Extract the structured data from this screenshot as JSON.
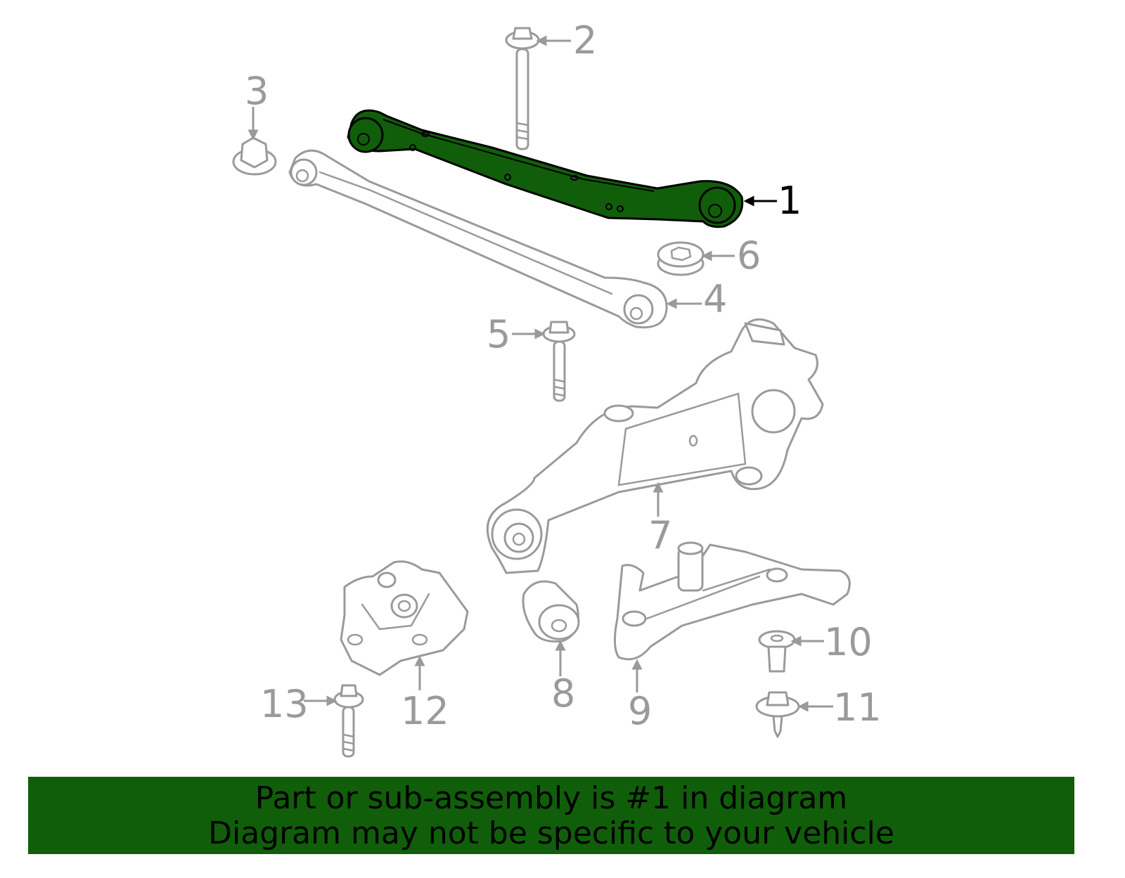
{
  "diagram": {
    "selected_part": "1",
    "highlight_color": "#115e0a",
    "callouts": [
      "1",
      "2",
      "3",
      "4",
      "5",
      "6",
      "7",
      "8",
      "9",
      "10",
      "11",
      "12",
      "13"
    ]
  },
  "banner": {
    "line1": "Part or sub-assembly is #1 in diagram",
    "line2": "Diagram may not be specific to your vehicle",
    "background": "#115e0a"
  }
}
